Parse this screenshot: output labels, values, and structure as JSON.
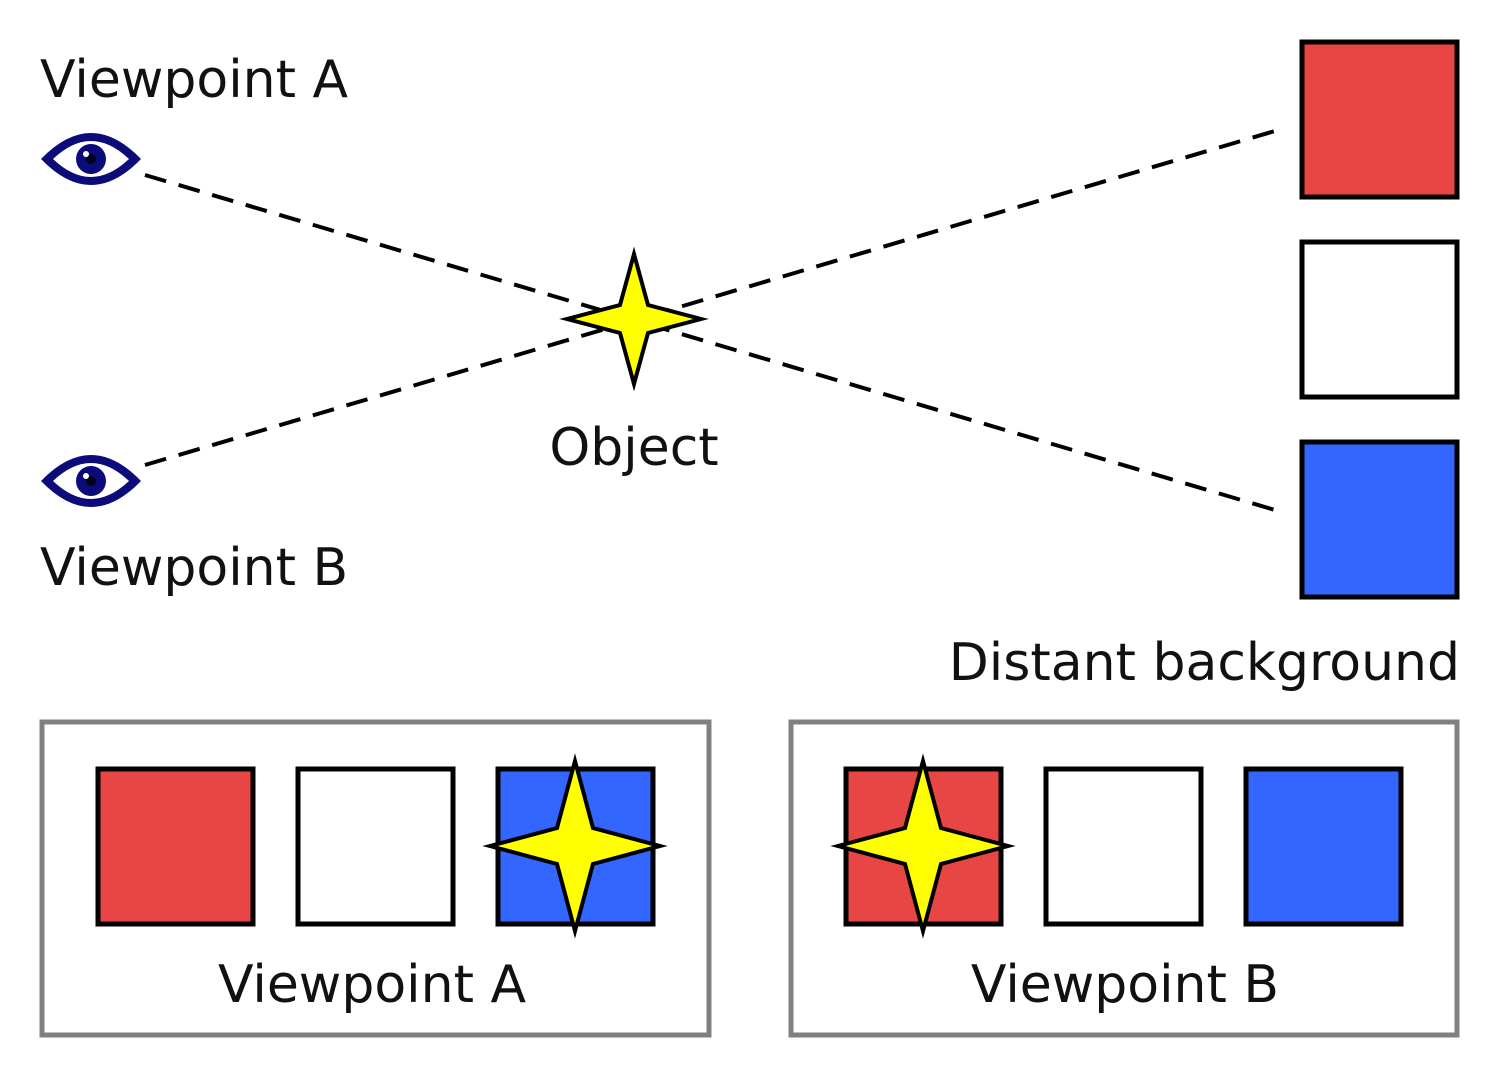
{
  "labels": {
    "viewpoint_a": "Viewpoint A",
    "viewpoint_b": "Viewpoint B",
    "object": "Object",
    "distant_background": "Distant background"
  },
  "panels": {
    "view_a_caption": "Viewpoint A",
    "view_b_caption": "Viewpoint B"
  },
  "colors": {
    "red": "#e84545",
    "white": "#ffffff",
    "blue": "#3366ff",
    "star": "#ffff00",
    "eye": "#0b0b7a",
    "panel_border": "#808080"
  }
}
